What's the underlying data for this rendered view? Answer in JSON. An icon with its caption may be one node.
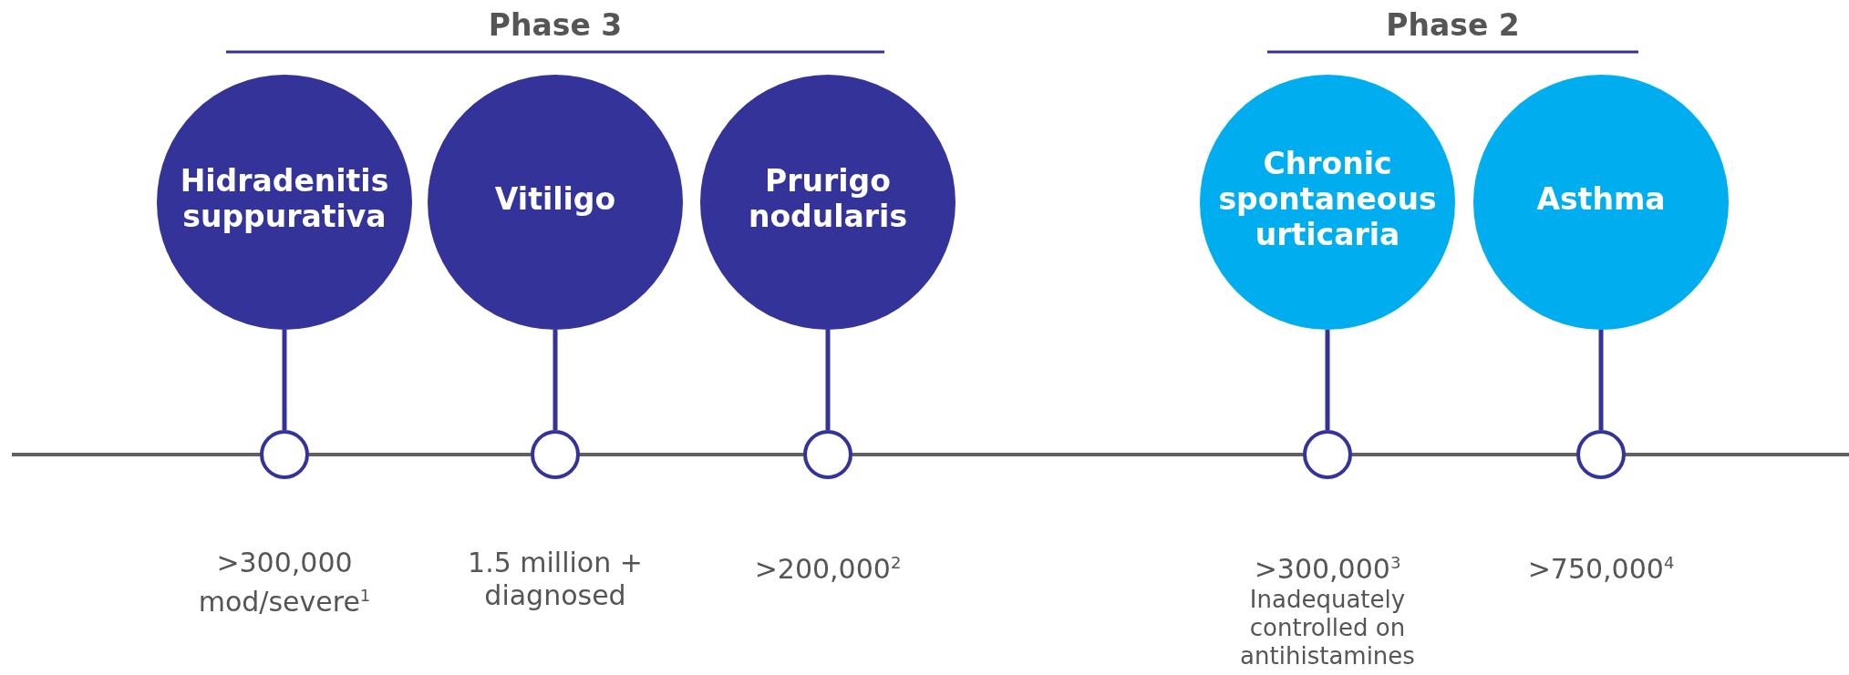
{
  "diagram": {
    "nodes": [
      {
        "text": [
          "Hidradenitis suppurativa"
        ]
      },
      {
        "text": [
          "Vitiligo"
        ]
      },
      {
        "text": [
          "Prurigo nodularis"
        ]
      },
      {
        "text": [
          "Chronic spontaneous urticaria"
        ]
      },
      {
        "text": [
          "Asthma"
        ]
      },
      {
        "text": [],
        "shape": "circle",
        "beside": [
          ">300,000 mod/severe$^{1}$"
        ]
      },
      {
        "text": [],
        "shape": "circle",
        "beside": [
          "1.5 million + diagnosed"
        ]
      },
      {
        "text": [],
        "shape": "circle",
        "beside": [
          ">200,000$^{2}$"
        ]
      },
      {
        "text": [],
        "shape": "circle",
        "beside": [
          ">300,000$^{3}$",
          "Inadequately controlled on antihistamines"
        ]
      },
      {
        "text": [],
        "shape": "circle",
        "beside": [
          ">750,000$^{4}$"
        ]
      }
    ],
    "edges": [
      {
        "from": 0,
        "to": 5,
        "arrow": "none"
      },
      {
        "from": 1,
        "to": 6,
        "arrow": "none"
      },
      {
        "from": 2,
        "to": 7,
        "arrow": "none"
      },
      {
        "from": 3,
        "to": 8,
        "arrow": "none"
      },
      {
        "from": 4,
        "to": 9,
        "arrow": "none"
      }
    ],
    "labels": [
      "Phase 3",
      "Phase 2"
    ]
  }
}
